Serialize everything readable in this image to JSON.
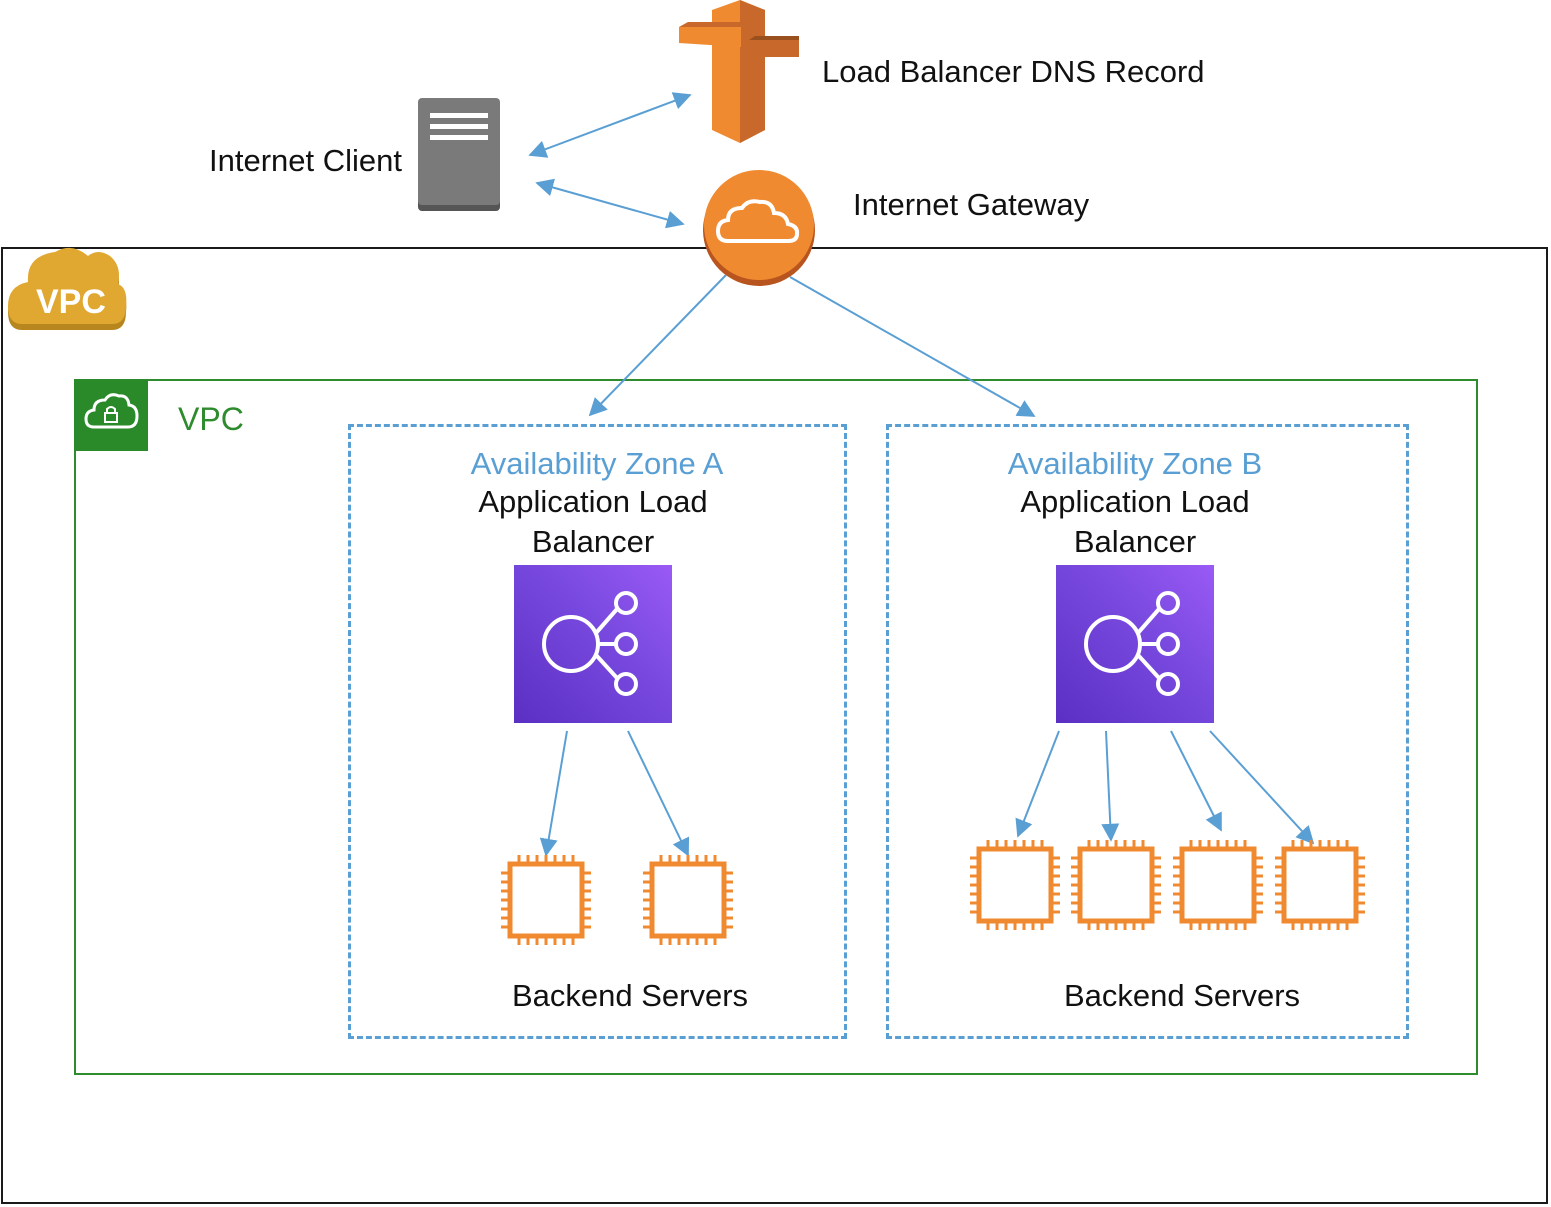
{
  "labels": {
    "internet_client": "Internet Client",
    "dns_record": "Load Balancer DNS Record",
    "internet_gateway": "Internet Gateway",
    "vpc_cloud": "VPC",
    "vpc_group": "VPC"
  },
  "zones": [
    {
      "title": "Availability Zone A",
      "alb_line1": "Application Load",
      "alb_line2": "Balancer",
      "servers_label": "Backend Servers",
      "server_count": 2
    },
    {
      "title": "Availability Zone B",
      "alb_line1": "Application Load",
      "alb_line2": "Balancer",
      "servers_label": "Backend Servers",
      "server_count": 4
    }
  ],
  "colors": {
    "arrow": "#5a9fd4",
    "zone_border": "#5a9fd4",
    "vpc_group": "#2e8b2e",
    "gateway": "#f08a30",
    "dns": "#f08a30",
    "alb": "#7a4ae0",
    "server_chip": "#f08a30",
    "vpc_cloud": "#e0a830",
    "client": "#7a7a7a"
  },
  "icons": {
    "internet_client": "server-icon",
    "dns_record": "route53-signpost-icon",
    "internet_gateway": "cloud-gateway-icon",
    "vpc_cloud": "vpc-cloud-icon",
    "vpc_group": "vpc-lock-icon",
    "alb": "load-balancer-icon",
    "server": "ec2-chip-icon"
  }
}
